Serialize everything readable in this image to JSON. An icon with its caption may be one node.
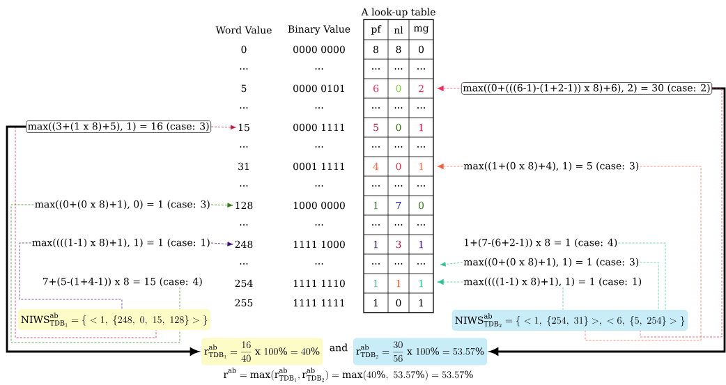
{
  "diagram": {
    "nodes": [
      {
        "text": [
          "max((3+(1 x 8)+5), 1) = 16 (case: 3)"
        ]
      },
      {
        "text": [
          "max((0+(0 x 8)+1), 0) = 1 (case: 3)"
        ]
      },
      {
        "text": [
          "max((((1-1) x 8)+1), 1) = 1 (case: 1)"
        ]
      },
      {
        "text": [
          "7+(5-(1+4-1)) x 8 = 15 (case: 4)"
        ]
      },
      {
        "text": [
          "\\mathrm{NIWS}^{\\mathrm{ab}}_{\\mathrm{TDB}_1}= \\{\\ <1,\\ \\{248,\\ 0,\\ 15,\\ 128\\}>\\ \\}"
        ]
      },
      {
        "text": [
          "\\mathrm{r}^{\\mathrm{ab}}_{\\mathrm{TDB}_1}= \\frac{16}{40}\\ \\mathrm{x}\\ 100\\% = 40\\%"
        ]
      },
      {
        "text": [
          "15"
        ]
      },
      {
        "text": [
          "128"
        ]
      },
      {
        "text": [
          "248"
        ]
      },
      {
        "text": [
          "A look-up table"
        ]
      },
      {
        "text": [
          "max((0+(((6-1)-(1+2-1)) x 8)+6), 2) = 30 (case: 2)"
        ]
      },
      {
        "text": [
          "max((1+(0 x 8)+4), 1) = 5 (case: 3)"
        ]
      },
      {
        "text": [
          "1+(7-(6+2-1)) x 8 = 1 (case: 4)"
        ]
      },
      {
        "text": [
          "max((0+(0 x 8)+1), 1) = 1 (case: 3)"
        ]
      },
      {
        "text": [
          "max((((1-1) x 8)+1), 1) = 1 (case: 1)"
        ]
      },
      {
        "text": [
          "\\mathrm{NIWS}^{\\mathrm{ab}}_{\\mathrm{TDB}_2}= \\{\\ <1,\\ \\{254,\\ 31\\}>,\\ <6,\\ \\{5,\\ 254\\}>\\ \\}"
        ]
      },
      {
        "text": [
          "\\mathrm{r}^{\\mathrm{ab}}_{\\mathrm{TDB}_2}= \\frac{30}{56}\\ \\mathrm{x}\\ 100\\% = 53.57\\%"
        ]
      }
    ],
    "edges": [
      {
        "from": 0,
        "to": 6,
        "arrow": "to",
        "style": "dashed",
        "color": "#c0143c"
      },
      {
        "from": 1,
        "to": 7,
        "arrow": "to",
        "style": "dashed",
        "color": "#2e7d12"
      },
      {
        "from": 2,
        "to": 8,
        "arrow": "to",
        "style": "dashed",
        "color": "#3a1080"
      },
      {
        "from": 10,
        "to": 9,
        "arrow": "to",
        "style": "dashed",
        "color": "#f0305a"
      },
      {
        "from": 11,
        "to": 9,
        "arrow": "to",
        "style": "dashed",
        "color": "#f06040"
      },
      {
        "from": 13,
        "to": 9,
        "arrow": "to",
        "style": "dashed",
        "color": "#30c090"
      },
      {
        "from": 14,
        "to": 9,
        "arrow": "to",
        "style": "dashed",
        "color": "#30c090"
      },
      {
        "from": 0,
        "to": 4,
        "arrow": "none",
        "style": "dashed",
        "color": "#c0143c"
      },
      {
        "from": 1,
        "to": 4,
        "arrow": "none",
        "style": "dashed",
        "color": "#2e7d12"
      },
      {
        "from": 3,
        "to": 4,
        "arrow": "none",
        "style": "dashed",
        "color": "#2e7d12"
      },
      {
        "from": 2,
        "to": 4,
        "arrow": "none",
        "style": "dashed",
        "color": "#3a1080"
      },
      {
        "from": 0,
        "to": 5,
        "arrow": "to",
        "style": "thick",
        "color": "#000000"
      },
      {
        "from": 10,
        "to": 16,
        "arrow": "to",
        "style": "thick",
        "color": "#000000"
      },
      {
        "from": 10,
        "to": 15,
        "arrow": "none",
        "style": "dashed",
        "color": "#f0305a"
      },
      {
        "from": 11,
        "to": 15,
        "arrow": "none",
        "style": "dashed",
        "color": "#f06040"
      },
      {
        "from": 12,
        "to": 15,
        "arrow": "none",
        "style": "dashed",
        "color": "#30c090"
      },
      {
        "from": 13,
        "to": 15,
        "arrow": "none",
        "style": "dashed",
        "color": "#30c090"
      },
      {
        "from": 14,
        "to": 15,
        "arrow": "none",
        "style": "dashed",
        "color": "#30c090"
      }
    ],
    "labels": [
      "Word Value",
      "Binary Value",
      "pf",
      "nl",
      "mg",
      "0",
      "0000 0000",
      "8",
      "8",
      "0",
      "...",
      "...",
      "...",
      "...",
      "...",
      "5",
      "0000 0101",
      "6",
      "0",
      "2",
      "...",
      "...",
      "...",
      "...",
      "...",
      "0000 1111",
      "5",
      "0",
      "1",
      "...",
      "...",
      "...",
      "...",
      "...",
      "31",
      "0001 1111",
      "4",
      "0",
      "1",
      "...",
      "...",
      "...",
      "...",
      "...",
      "1000 0000",
      "1",
      "7",
      "0",
      "...",
      "...",
      "...",
      "...",
      "...",
      "1111 1000",
      "1",
      "3",
      "1",
      "...",
      "...",
      "...",
      "...",
      "...",
      "254",
      "1111 1110",
      "1",
      "1",
      "1",
      "255",
      "1111 1111",
      "1",
      "0",
      "1",
      "and",
      "\\mathrm{r}^{\\mathrm{ab}} = \\max(\\mathrm{r}^{\\mathrm{ab}}_{\\mathrm{TDB}_1},\\mathrm{r}^{\\mathrm{ab}}_{\\mathrm{TDB}_2}) = \\max(40\\%,\\ 53.57\\%) = 53.57\\%"
    ]
  }
}
